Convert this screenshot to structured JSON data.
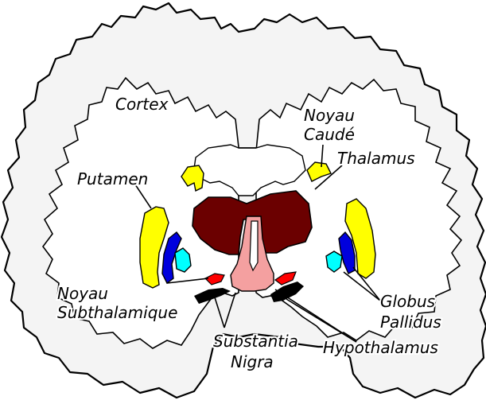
{
  "labels": {
    "cortex": "Cortex",
    "noyau_caude_1": "Noyau",
    "noyau_caude_2": "Caudé",
    "thalamus": "Thalamus",
    "putamen": "Putamen",
    "noyau_subthal_1": "Noyau",
    "noyau_subthal_2": "Subthalamique",
    "globus_1": "Globus",
    "globus_2": "Pallidus",
    "substantia_1": "Substantia",
    "substantia_2": "Nigra",
    "hypothalamus": "Hypothalamus"
  },
  "colors": {
    "cortex_fill": "#f4f4f4",
    "white_matter": "#ffffff",
    "caudate": "#ffff00",
    "putamen": "#ffff00",
    "globus_pallidus_external": "#0000dd",
    "globus_pallidus_internal": "#00ffff",
    "thalamus": "#6b0000",
    "hypothalamus": "#f4a0a0",
    "subthalamic_nucleus": "#ff0000",
    "substantia_nigra": "#000000"
  }
}
